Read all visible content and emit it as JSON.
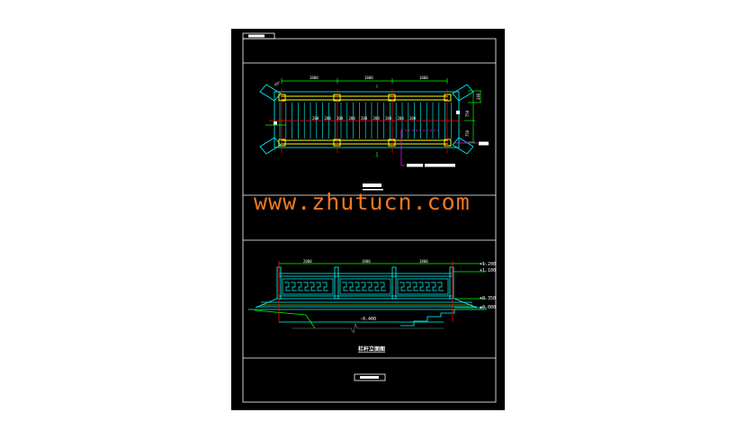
{
  "watermark": "www.zhutucn.com",
  "plan": {
    "dims_top": [
      "1800",
      "1800",
      "1800"
    ],
    "dims_mid": [
      "200",
      "200",
      "200",
      "200",
      "200",
      "200",
      "200",
      "200",
      "200"
    ],
    "dims_right": [
      "240",
      "750",
      "750"
    ],
    "corner_dim": "45°"
  },
  "elevation": {
    "dims_top": [
      "2000",
      "1800",
      "1800"
    ],
    "levels": [
      "+1.200",
      "+1.100",
      "+0.350",
      "±0.000"
    ],
    "water_level": "-0.400",
    "title": "栏杆立面图"
  },
  "colors": {
    "cyan": "#00ffff",
    "yellow": "#ffff00",
    "green": "#00ff00",
    "red": "#ff0000",
    "magenta": "#ff00ff",
    "watermark": "#f07820"
  }
}
